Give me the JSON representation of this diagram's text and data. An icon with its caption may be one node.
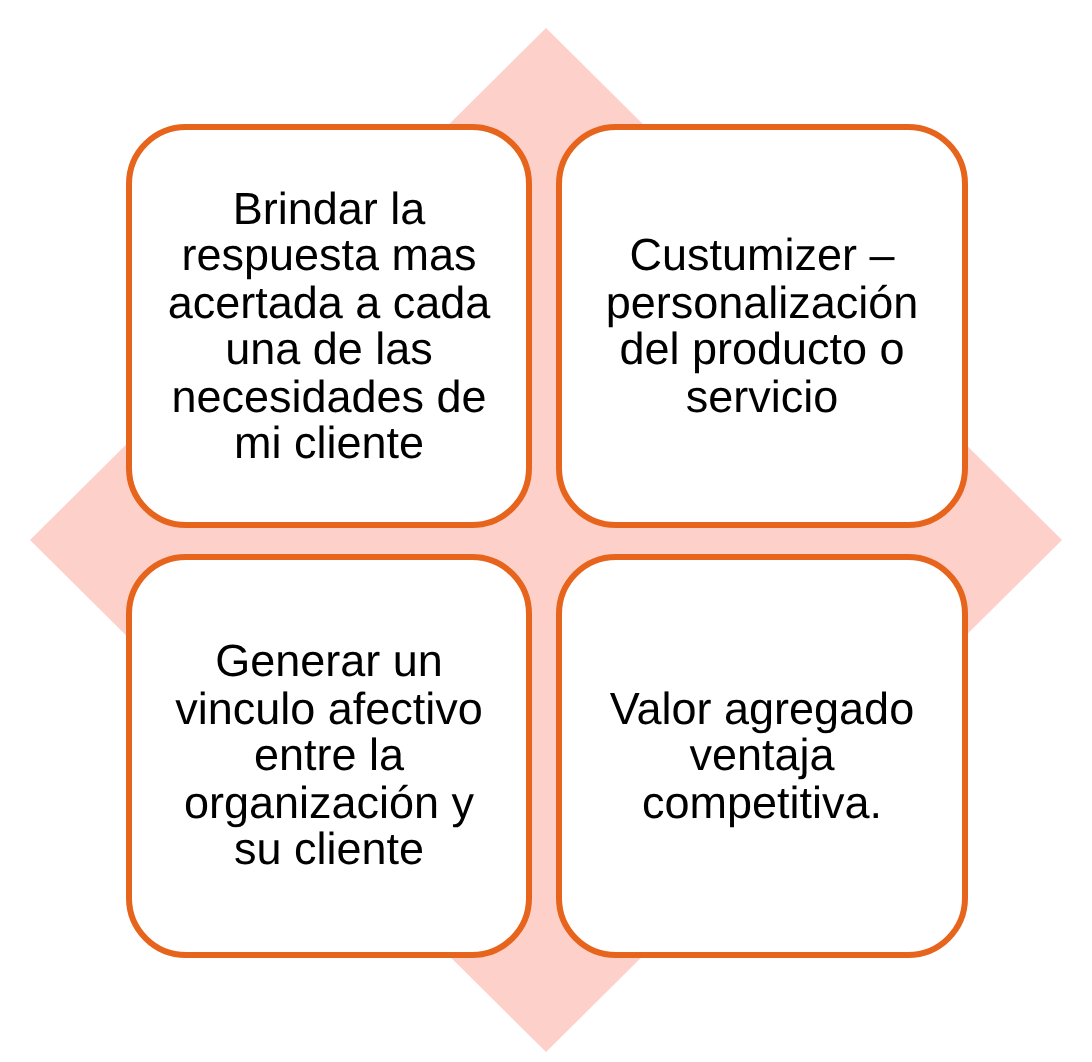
{
  "diagram": {
    "nodes": [
      {
        "text": [
          "Brindar la respuesta mas acertada a cada una de las necesidades de mi cliente"
        ]
      },
      {
        "text": [
          "Custumizer – personalización del producto o servicio"
        ]
      },
      {
        "text": [
          "Generar un vinculo afectivo entre la organización y su cliente"
        ]
      },
      {
        "text": [
          "Valor agregado ventaja competitiva."
        ]
      }
    ]
  }
}
